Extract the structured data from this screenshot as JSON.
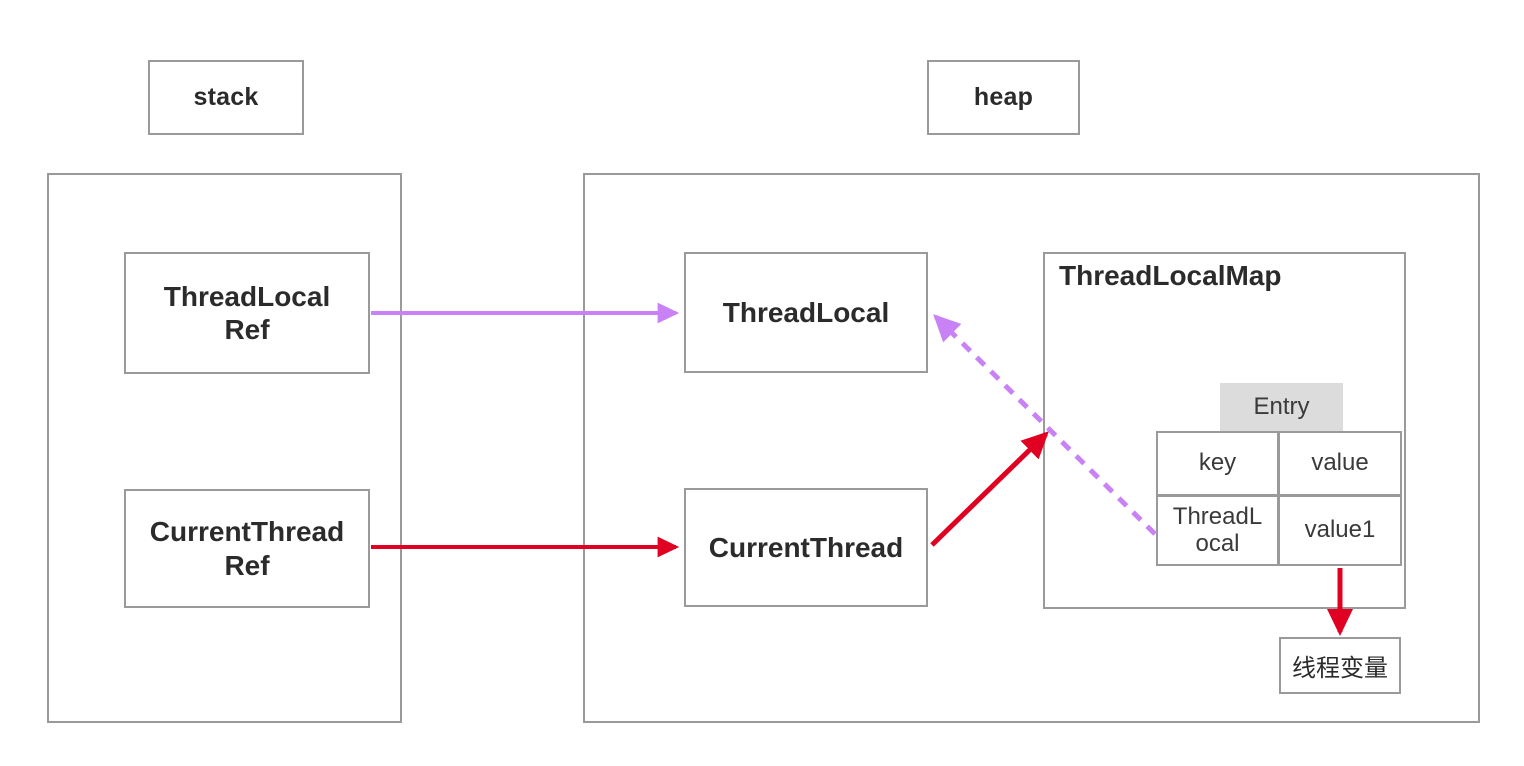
{
  "diagram": {
    "title_stack": "stack",
    "title_heap": "heap",
    "nodes": {
      "thread_local_ref": "ThreadLocal\nRef",
      "thread_local_ref_line1": "ThreadLocal",
      "thread_local_ref_line2": "Ref",
      "current_thread_ref_line1": "CurrentThread",
      "current_thread_ref_line2": "Ref",
      "thread_local": "ThreadLocal",
      "current_thread": "CurrentThread",
      "thread_local_map": "ThreadLocalMap",
      "thread_variable": "线程变量"
    },
    "entry_table": {
      "caption": "Entry",
      "headers": [
        "key",
        "value"
      ],
      "rows": [
        [
          "ThreadLocal",
          "value1"
        ]
      ],
      "key_cell_line1": "ThreadL",
      "key_cell_line2": "ocal"
    },
    "colors": {
      "border": "#9a9a9a",
      "text": "#2b2b2b",
      "purple_arrow": "#c882f5",
      "red_arrow": "#e00021",
      "entry_header_bg": "#dcdcdc"
    },
    "arrows": [
      {
        "name": "threadlocalref-to-threadlocal",
        "style": "solid",
        "color": "#c882f5"
      },
      {
        "name": "currentthreadref-to-currentthread",
        "style": "solid",
        "color": "#e00021"
      },
      {
        "name": "currentthread-to-threadlocalmap",
        "style": "solid",
        "color": "#e00021"
      },
      {
        "name": "entrykey-to-threadlocal",
        "style": "dashed",
        "color": "#c882f5"
      },
      {
        "name": "value1-to-thread-variable",
        "style": "solid",
        "color": "#e00021"
      }
    ]
  }
}
